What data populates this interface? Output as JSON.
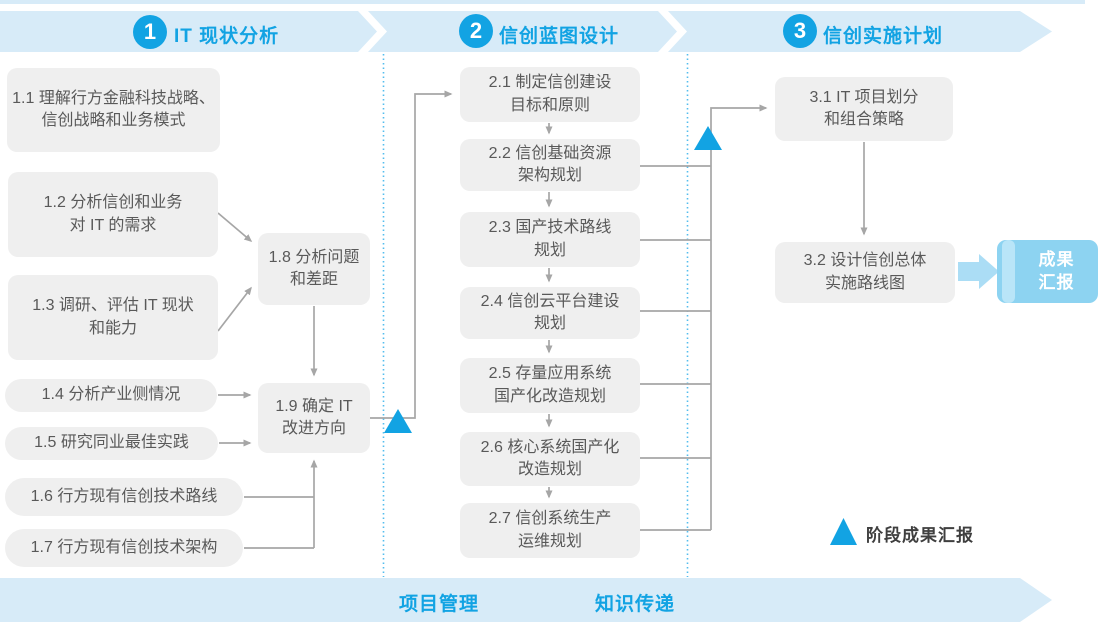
{
  "phases": [
    {
      "number": "1",
      "title": "IT 现状分析"
    },
    {
      "number": "2",
      "title": "信创蓝图设计"
    },
    {
      "number": "3",
      "title": "信创实施计划"
    }
  ],
  "boxes": {
    "b11": {
      "line1": "1.1 理解行方金融科技战略、",
      "line2": "信创战略和业务模式"
    },
    "b12": {
      "line1": "1.2 分析信创和业务",
      "line2": "对 IT 的需求"
    },
    "b13": {
      "line1": "1.3 调研、评估 IT 现状",
      "line2": "和能力"
    },
    "b14": {
      "line1": "1.4 分析产业侧情况"
    },
    "b15": {
      "line1": "1.5 研究同业最佳实践"
    },
    "b16": {
      "line1": "1.6 行方现有信创技术路线"
    },
    "b17": {
      "line1": "1.7 行方现有信创技术架构"
    },
    "b18": {
      "line1": "1.8 分析问题",
      "line2": "和差距"
    },
    "b19": {
      "line1": "1.9 确定 IT",
      "line2": "改进方向"
    },
    "b21": {
      "line1": "2.1 制定信创建设",
      "line2": "目标和原则"
    },
    "b22": {
      "line1": "2.2 信创基础资源",
      "line2": "架构规划"
    },
    "b23": {
      "line1": "2.3 国产技术路线",
      "line2": "规划"
    },
    "b24": {
      "line1": "2.4 信创云平台建设",
      "line2": "规划"
    },
    "b25": {
      "line1": "2.5 存量应用系统",
      "line2": "国产化改造规划"
    },
    "b26": {
      "line1": "2.6 核心系统国产化",
      "line2": "改造规划"
    },
    "b27": {
      "line1": "2.7 信创系统生产",
      "line2": "运维规划"
    },
    "b31": {
      "line1": "3.1 IT 项目划分",
      "line2": "和组合策略"
    },
    "b32": {
      "line1": "3.2 设计信创总体",
      "line2": "实施路线图"
    }
  },
  "result_box": {
    "line1": "成果",
    "line2": "汇报"
  },
  "legend": {
    "icon": "milestone-triangle-icon",
    "label": "阶段成果汇报"
  },
  "bottom_banner": {
    "items": [
      {
        "label": "项目管理"
      },
      {
        "label": "知识传递"
      }
    ]
  },
  "colors": {
    "accent_blue": "#12a3e3",
    "band_light_blue": "#d7ebf8",
    "task_box_gray": "#efefef",
    "task_text_gray": "#595959",
    "connector_gray": "#a6a6a6",
    "result_box_blue": "#8dd3f1",
    "result_box_stripe": "#b9e5f8",
    "block_arrow_blue": "#abddf5",
    "legend_text": "#3f3f3f"
  }
}
